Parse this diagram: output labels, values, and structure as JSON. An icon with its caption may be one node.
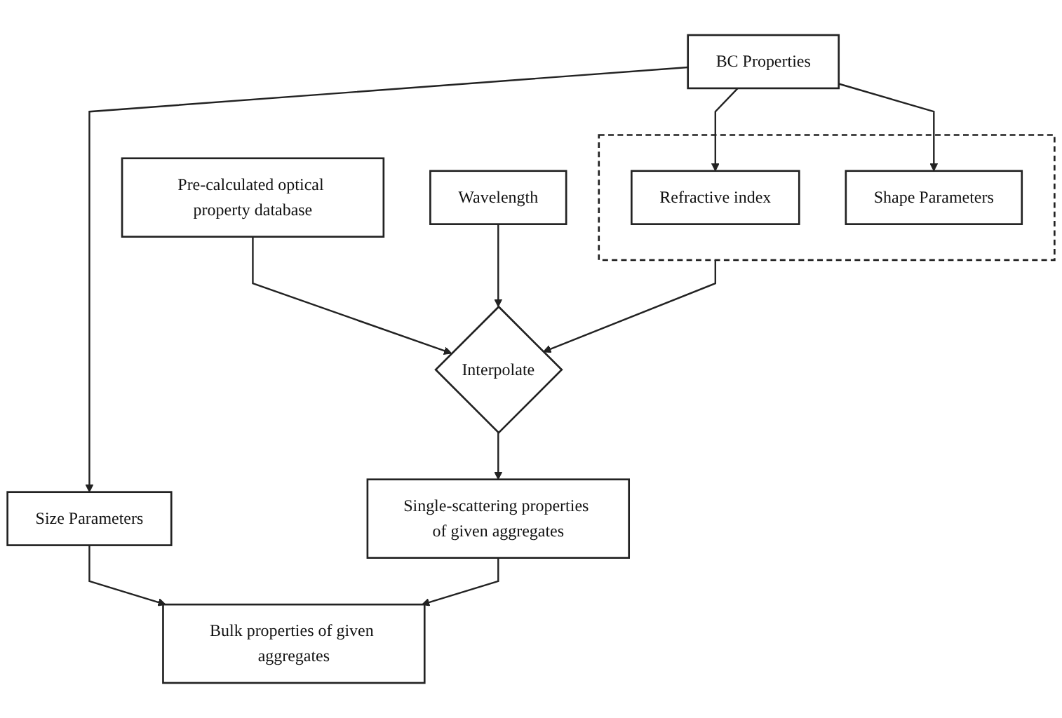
{
  "diagram": {
    "nodes": [
      {
        "text": [
          "BC Properties"
        ]
      },
      {
        "text": [
          "Pre-calculated optical property database"
        ]
      },
      {
        "text": [
          "Size Parameters"
        ]
      },
      {
        "text": [],
        "shape": "box"
      },
      {
        "text": [
          "Refractive index"
        ],
        "in": 3
      },
      {
        "text": [
          "Shape Parameters"
        ],
        "in": 3
      },
      {
        "text": [
          "Interpolate"
        ]
      },
      {
        "text": [
          "Wavelength"
        ]
      },
      {
        "text": [
          "Single-scattering properties of given aggregates"
        ]
      },
      {
        "text": [
          "Bulk properties of given aggregates"
        ]
      }
    ],
    "edges": [
      {
        "from": 0,
        "to": 2,
        "arrow": "to"
      },
      {
        "from": 0,
        "to": 4,
        "arrow": "to"
      },
      {
        "from": 0,
        "to": 5,
        "arrow": "to"
      },
      {
        "from": 1,
        "to": 6,
        "arrow": "to"
      },
      {
        "from": 3,
        "to": 6,
        "arrow": "to"
      },
      {
        "from": 7,
        "to": 6,
        "arrow": "to"
      },
      {
        "from": 6,
        "to": 8,
        "arrow": "to"
      },
      {
        "from": 2,
        "to": 9,
        "arrow": "to"
      },
      {
        "from": 8,
        "to": 9,
        "arrow": "to"
      }
    ]
  }
}
